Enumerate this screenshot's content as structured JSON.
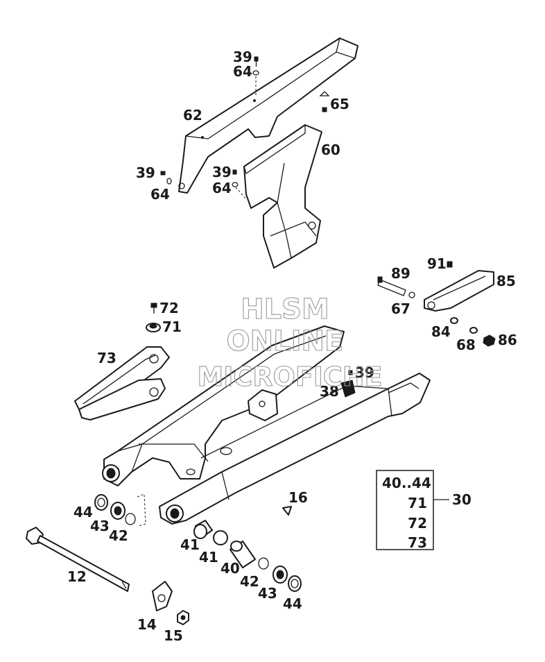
{
  "watermark": {
    "line1": "HLSM",
    "line2": "ONLINE",
    "line3": "MICROFICHE"
  },
  "callouts": [
    {
      "id": "c39a",
      "text": "39"
    },
    {
      "id": "c64a",
      "text": "64"
    },
    {
      "id": "c65",
      "text": "65"
    },
    {
      "id": "c62",
      "text": "62"
    },
    {
      "id": "c60",
      "text": "60"
    },
    {
      "id": "c39b",
      "text": "39"
    },
    {
      "id": "c64b",
      "text": "64"
    },
    {
      "id": "c39c",
      "text": "39"
    },
    {
      "id": "c64c",
      "text": "64"
    },
    {
      "id": "c89",
      "text": "89"
    },
    {
      "id": "c91",
      "text": "91"
    },
    {
      "id": "c85",
      "text": "85"
    },
    {
      "id": "c67",
      "text": "67"
    },
    {
      "id": "c84",
      "text": "84"
    },
    {
      "id": "c68",
      "text": "68"
    },
    {
      "id": "c86",
      "text": "86"
    },
    {
      "id": "c72",
      "text": "72"
    },
    {
      "id": "c71",
      "text": "71"
    },
    {
      "id": "c73",
      "text": "73"
    },
    {
      "id": "c39d",
      "text": "39"
    },
    {
      "id": "c38",
      "text": "38"
    },
    {
      "id": "c16",
      "text": "16"
    },
    {
      "id": "c44a",
      "text": "44"
    },
    {
      "id": "c43a",
      "text": "43"
    },
    {
      "id": "c42a",
      "text": "42"
    },
    {
      "id": "c41a",
      "text": "41"
    },
    {
      "id": "c41b",
      "text": "41"
    },
    {
      "id": "c40",
      "text": "40"
    },
    {
      "id": "c42b",
      "text": "42"
    },
    {
      "id": "c43b",
      "text": "43"
    },
    {
      "id": "c44b",
      "text": "44"
    },
    {
      "id": "c12",
      "text": "12"
    },
    {
      "id": "c14",
      "text": "14"
    },
    {
      "id": "c15",
      "text": "15"
    },
    {
      "id": "c30",
      "text": "30"
    }
  ],
  "kit_box": {
    "items": [
      "40..44",
      "71",
      "72",
      "73"
    ]
  }
}
